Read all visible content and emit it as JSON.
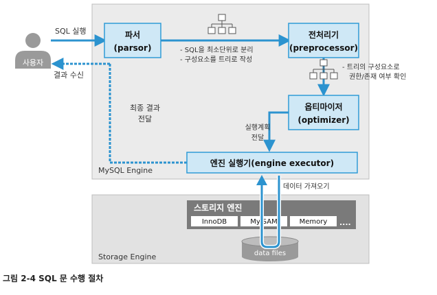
{
  "actor": {
    "label": "사용자"
  },
  "edges": {
    "sql_request": "SQL 실행",
    "result_receive": "결과 수신",
    "final_result": [
      "최종 결과",
      "전달"
    ],
    "exec_plan": [
      "실행계획",
      "전달"
    ],
    "fetch_data": "데이터 가져오기"
  },
  "mysql_engine": {
    "label": "MySQL Engine",
    "parser": {
      "title": "파서",
      "subtitle": "(parsor)"
    },
    "parser_notes": [
      "- SQL을 최소단위로 분리",
      "- 구성요소를 트리로 작성"
    ],
    "preprocessor": {
      "title": "전처리기",
      "subtitle": "(preprocessor)"
    },
    "preprocessor_notes": [
      "- 트리의 구성요소로",
      "권한/존재 여부 확인"
    ],
    "optimizer": {
      "title": "옵티마이저",
      "subtitle": "(optimizer)"
    },
    "executor": {
      "title": "엔진 실행기(engine executor)"
    }
  },
  "storage_engine": {
    "label": "Storage Engine",
    "title": "스토리지 엔진",
    "engines": [
      "InnoDB",
      "MyISAM",
      "Memory"
    ],
    "more": "....",
    "data_files": "data files"
  },
  "caption": "그림 2-4 SQL 문 수행 절차",
  "colors": {
    "box_blue": "#cfe8f6",
    "box_border": "#2f9bd6",
    "arrow_blue": "#2c93cf",
    "engine_bg": "#ebebeb",
    "storage_bg": "#e2e2e2",
    "storage_dark": "#7a7a7a",
    "person_gray": "#9a9a9a"
  }
}
